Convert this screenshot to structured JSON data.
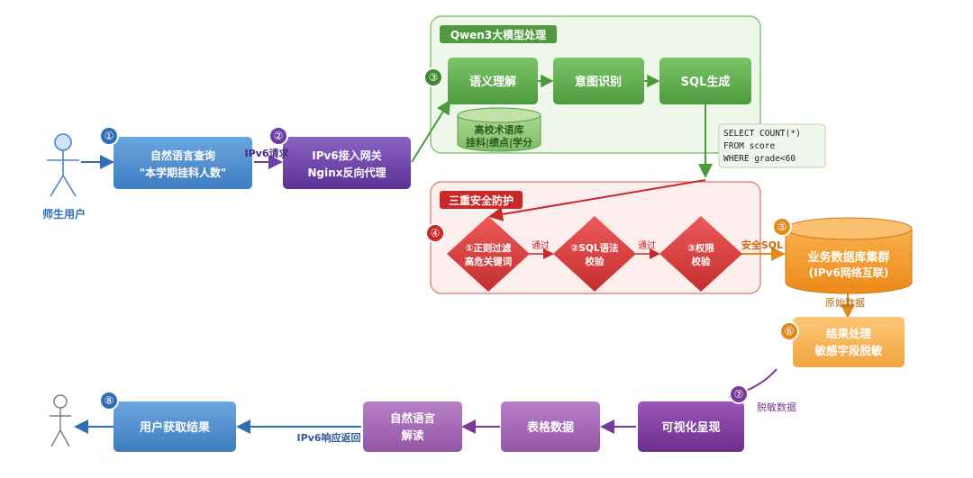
{
  "colors": {
    "blue": "#4a86c8",
    "purple": "#6c3fa6",
    "green": "#5aa64a",
    "red": "#d43a3a",
    "orange": "#f19a2a",
    "light_orange": "#f5b65a",
    "violet": "#7a3a9a",
    "light_violet": "#9a5aa8"
  },
  "user": {
    "label": "师生用户"
  },
  "steps": {
    "s1": "①",
    "s2": "②",
    "s3": "③",
    "s4": "④",
    "s5": "⑤",
    "s6": "⑥",
    "s7": "⑦",
    "s8": "⑧"
  },
  "query": {
    "line1": "自然语言查询",
    "line2": "\"本学期挂科人数\""
  },
  "gateway": {
    "line1": "IPv6接入网关",
    "line2": "Nginx反向代理"
  },
  "ipv6_request": "IPv6请求",
  "llm": {
    "title": "Qwen3大模型处理",
    "semantic": "语义理解",
    "intent": "意图识别",
    "sql": "SQL生成",
    "db_line1": "高校术语库",
    "db_line2": "挂科|绩点|学分"
  },
  "sql_code": [
    "SELECT COUNT(*)",
    "FROM score",
    "WHERE grade<60"
  ],
  "security": {
    "title": "三重安全防护",
    "check1_line1": "①正则过滤",
    "check1_line2": "高危关键词",
    "check2_line1": "②SQL语法",
    "check2_line2": "校验",
    "check3_line1": "③权限",
    "check3_line2": "校验",
    "pass1": "通过",
    "pass2": "通过",
    "safe_sql": "安全SQL"
  },
  "database": {
    "line1": "业务数据库集群",
    "line2": "(IPv6网络互联)"
  },
  "raw_data": "原始数据",
  "result": {
    "line1": "结果处理",
    "line2": "敏感字段脱敏"
  },
  "masked_data": "脱敏数据",
  "visual": "可视化呈现",
  "table": "表格数据",
  "interpret": {
    "line1": "自然语言",
    "line2": "解读"
  },
  "ipv6_response": "IPv6响应返回",
  "final": "用户获取结果"
}
